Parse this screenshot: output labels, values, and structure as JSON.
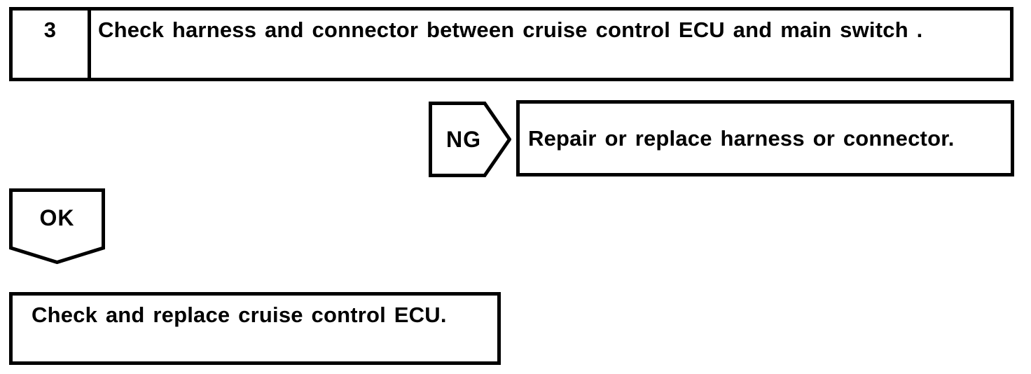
{
  "page": {
    "background_color": "#ffffff",
    "line_color": "#000000"
  },
  "flowchart": {
    "step_box": {
      "number": "3",
      "instruction": "Check harness and connector between cruise control ECU and main switch ."
    },
    "ng_branch": {
      "label": "NG",
      "action": "Repair or replace harness or connector."
    },
    "ok_branch": {
      "label": "OK"
    },
    "result_box": {
      "action": "Check and replace cruise control ECU."
    }
  }
}
